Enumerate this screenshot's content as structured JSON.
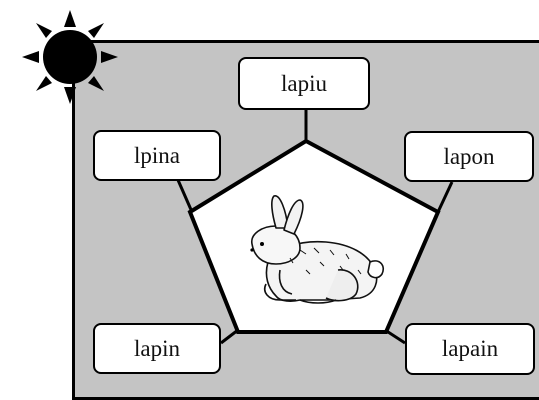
{
  "options": [
    {
      "id": "top",
      "text": "lapiu"
    },
    {
      "id": "left",
      "text": "lpina"
    },
    {
      "id": "right",
      "text": "lapon"
    },
    {
      "id": "bottom-left",
      "text": "lapin"
    },
    {
      "id": "bottom-right",
      "text": "lapain"
    }
  ],
  "center_picture": {
    "icon": "rabbit-icon"
  },
  "decoration": {
    "icon": "sun-icon"
  },
  "colors": {
    "panel": "#c4c4c4",
    "outline": "#000000",
    "box": "#ffffff"
  }
}
